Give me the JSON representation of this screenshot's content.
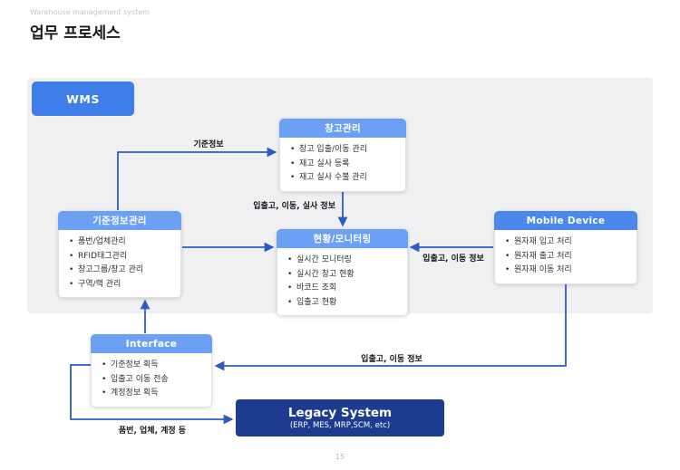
{
  "page": {
    "eyebrow": "Warehouse management system",
    "title": "업무 프로세스",
    "page_number": "15"
  },
  "wms_label": "WMS",
  "boxes": {
    "warehouse": {
      "title": "창고관리",
      "items": [
        "창고 입출/이동 관리",
        "재고 실사 등록",
        "재고 실사 수불 관리"
      ]
    },
    "master": {
      "title": "기준정보관리",
      "items": [
        "품번/업체관리",
        "RFID태그관리",
        "창고그룹/창고 관리",
        "구역/랙 관리"
      ]
    },
    "monitor": {
      "title": "현황/모니터링",
      "items": [
        "실시간 모니터링",
        "실시간 창고 현황",
        "바코드 조회",
        "입출고 현황"
      ]
    },
    "mobile": {
      "title": "Mobile Device",
      "items": [
        "원자재 입고 처리",
        "원자재 출고 처리",
        "원자재 이동 처리"
      ]
    },
    "interface": {
      "title": "Interface",
      "items": [
        "기준정보 획득",
        "입출고 이동 전송",
        "계정정보 획득"
      ]
    },
    "legacy": {
      "title": "Legacy System",
      "subtitle": "(ERP, MES, MRP,SCM, etc)"
    }
  },
  "arrow_labels": {
    "master_to_warehouse": "기준정보",
    "warehouse_to_monitor": "입출고, 이동, 실사 정보",
    "mobile_to_monitor": "입출고, 이동 정보",
    "mobile_to_interface": "입출고, 이동 정보",
    "interface_to_legacy": "품번, 업체, 계정 등"
  },
  "colors": {
    "header_blue": "#6ca0f4",
    "mobile_header_blue": "#4c87ee",
    "wms_blue": "#3d7ee8",
    "legacy_navy": "#1e3c8f",
    "arrow_blue": "#2a5cc8",
    "panel_gray": "#f0f0f2"
  }
}
